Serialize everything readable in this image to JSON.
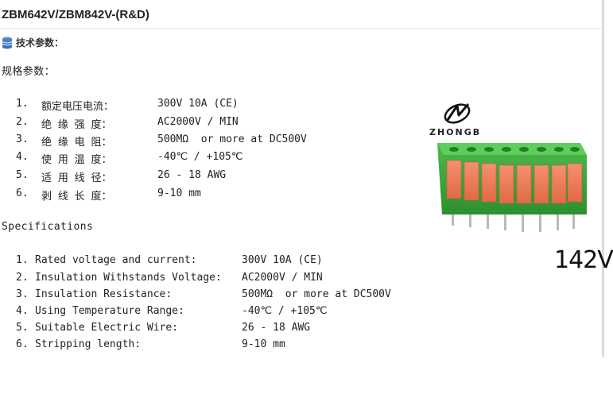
{
  "title": "ZBM642V/ZBM842V-(R&D)",
  "section_label": "技术参数：",
  "cn_heading": "规格参数：",
  "cn_specs": [
    {
      "num": "1.",
      "label": "额定电压电流：",
      "value": "300V 10A (CE)"
    },
    {
      "num": "2.",
      "label": "绝 缘 强 度：",
      "value": "AC2000V / MIN"
    },
    {
      "num": "3.",
      "label": "绝 缘 电 阻：",
      "value": "500MΩ  or more at DC500V"
    },
    {
      "num": "4.",
      "label": "使 用 温 度：",
      "value": "-40℃ / +105℃"
    },
    {
      "num": "5.",
      "label": "适 用 线 径：",
      "value": "26 - 18 AWG"
    },
    {
      "num": "6.",
      "label": "剥 线 长 度：",
      "value": "9-10 mm"
    }
  ],
  "en_heading": "Specifications",
  "en_specs": [
    {
      "num": "1.",
      "label": "Rated voltage and current:",
      "value": "300V 10A (CE)"
    },
    {
      "num": "2.",
      "label": "Insulation Withstands Voltage:",
      "value": "AC2000V / MIN"
    },
    {
      "num": "3.",
      "label": "Insulation Resistance:",
      "value": "500MΩ  or more at DC500V"
    },
    {
      "num": "4.",
      "label": "Using Temperature Range:",
      "value": "-40℃ / +105℃"
    },
    {
      "num": "5.",
      "label": "Suitable Electric Wire:",
      "value": "26 - 18 AWG"
    },
    {
      "num": "6.",
      "label": "Stripping length:",
      "value": "9-10 mm"
    }
  ],
  "brand": "ZHONGB",
  "model_number": "142V",
  "colors": {
    "housing": "#3aa83a",
    "lever": "#f07850",
    "pin": "#b9b9b9"
  },
  "icons": [
    "database-icon",
    "brand-logo",
    "terminal-block-image"
  ]
}
